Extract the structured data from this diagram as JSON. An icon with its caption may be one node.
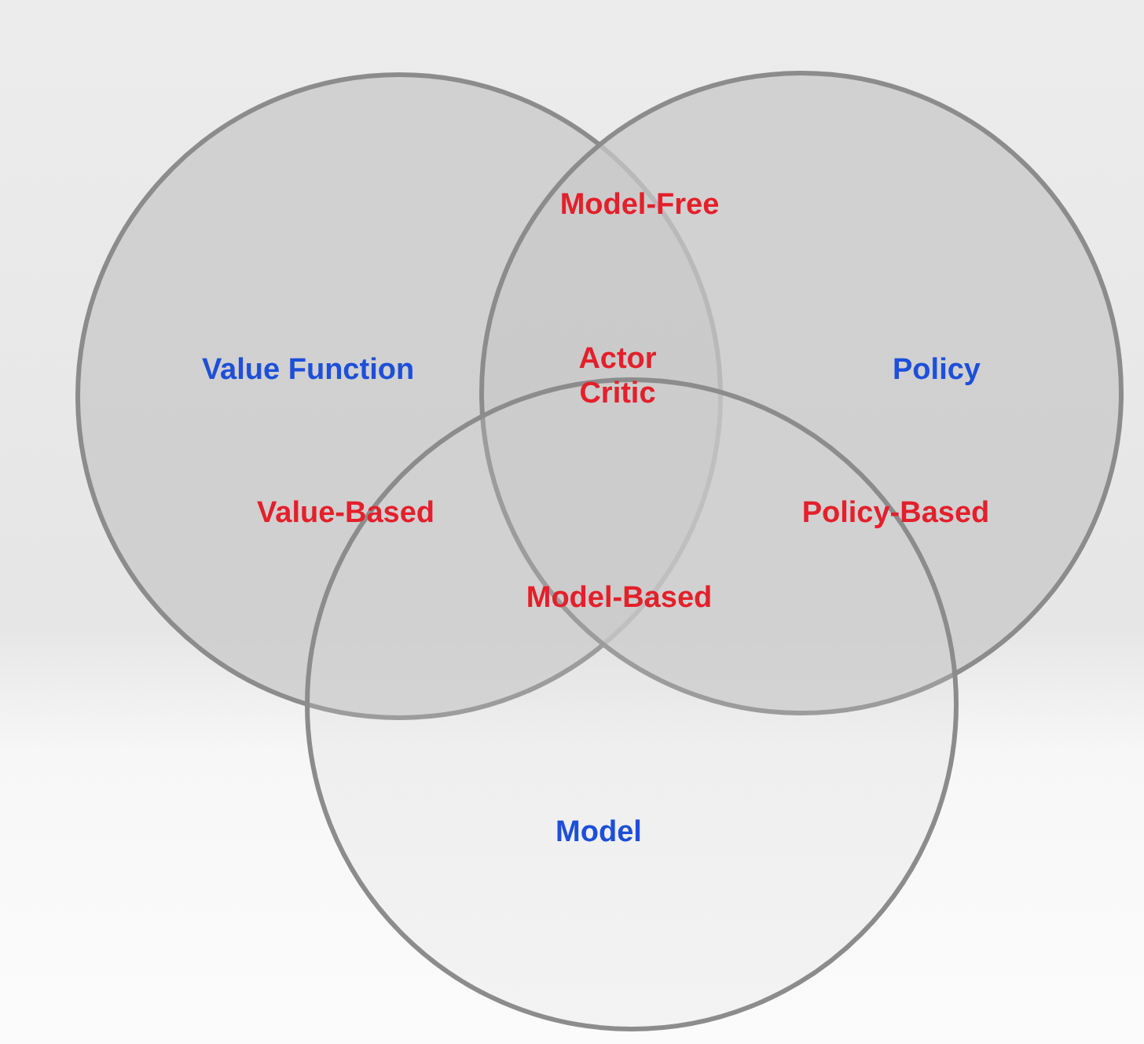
{
  "diagram": {
    "nodes": [
      {
        "text": [
          "Value Function"
        ]
      },
      {
        "text": [
          "Policy"
        ]
      },
      {
        "text": [
          "Model"
        ]
      }
    ],
    "labels": [
      "Model-Free",
      "Actor Critic",
      "Value-Based",
      "Policy-Based",
      "Model-Based"
    ]
  }
}
